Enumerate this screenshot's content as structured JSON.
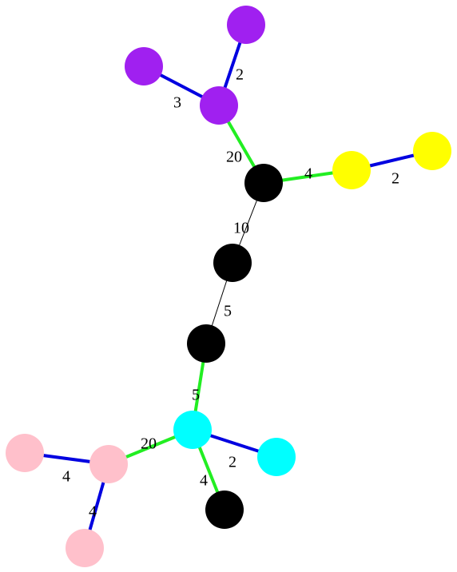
{
  "colors": {
    "purple": "#a020f0",
    "black": "#000000",
    "yellow": "#ffff00",
    "cyan": "#00ffff",
    "pink": "#ffc0cb",
    "edge_blue": "#0000e0",
    "edge_green": "#22ee22",
    "edge_thin": "#000000"
  },
  "nodes": [
    {
      "id": "p1",
      "color": "purple"
    },
    {
      "id": "p2",
      "color": "purple"
    },
    {
      "id": "p3",
      "color": "purple"
    },
    {
      "id": "b1",
      "color": "black"
    },
    {
      "id": "y1",
      "color": "yellow"
    },
    {
      "id": "y2",
      "color": "yellow"
    },
    {
      "id": "b2",
      "color": "black"
    },
    {
      "id": "b3",
      "color": "black"
    },
    {
      "id": "c1",
      "color": "cyan"
    },
    {
      "id": "c2",
      "color": "cyan"
    },
    {
      "id": "b4",
      "color": "black"
    },
    {
      "id": "k1",
      "color": "pink"
    },
    {
      "id": "k2",
      "color": "pink"
    },
    {
      "id": "k3",
      "color": "pink"
    }
  ],
  "edges": [
    {
      "from": "p3",
      "to": "p1",
      "label": "2",
      "style": "edge_blue"
    },
    {
      "from": "p3",
      "to": "p2",
      "label": "3",
      "style": "edge_blue"
    },
    {
      "from": "b1",
      "to": "p3",
      "label": "20",
      "style": "edge_green"
    },
    {
      "from": "b1",
      "to": "y1",
      "label": "4",
      "style": "edge_green"
    },
    {
      "from": "y1",
      "to": "y2",
      "label": "2",
      "style": "edge_blue"
    },
    {
      "from": "b1",
      "to": "b2",
      "label": "10",
      "style": "edge_thin"
    },
    {
      "from": "b2",
      "to": "b3",
      "label": "5",
      "style": "edge_thin"
    },
    {
      "from": "b3",
      "to": "c1",
      "label": "5",
      "style": "edge_green"
    },
    {
      "from": "c1",
      "to": "c2",
      "label": "2",
      "style": "edge_blue"
    },
    {
      "from": "c1",
      "to": "b4",
      "label": "4",
      "style": "edge_green"
    },
    {
      "from": "c1",
      "to": "k2",
      "label": "20",
      "style": "edge_green"
    },
    {
      "from": "k2",
      "to": "k1",
      "label": "4",
      "style": "edge_blue"
    },
    {
      "from": "k2",
      "to": "k3",
      "label": "4",
      "style": "edge_blue"
    }
  ]
}
